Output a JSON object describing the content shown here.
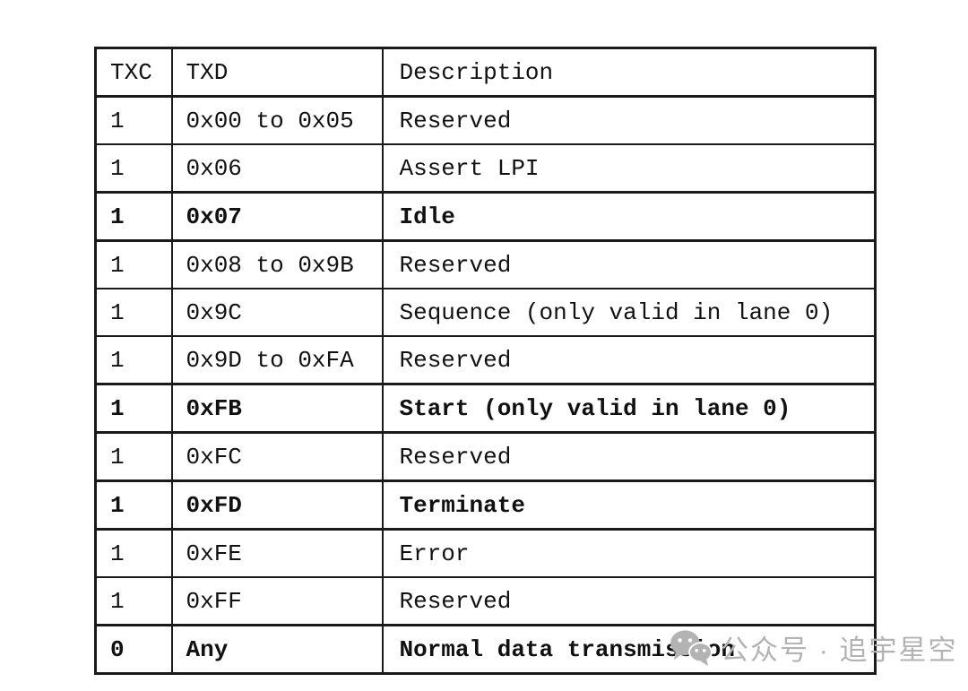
{
  "table": {
    "headers": [
      "TXC",
      "TXD",
      "Description"
    ],
    "rows": [
      {
        "txc": "1",
        "txd": "0x00 to 0x05",
        "description": "Reserved",
        "bold": false
      },
      {
        "txc": "1",
        "txd": "0x06",
        "description": "Assert LPI",
        "bold": false
      },
      {
        "txc": "1",
        "txd": "0x07",
        "description": "Idle",
        "bold": true
      },
      {
        "txc": "1",
        "txd": "0x08 to 0x9B",
        "description": "Reserved",
        "bold": false
      },
      {
        "txc": "1",
        "txd": "0x9C",
        "description": "Sequence (only valid in lane 0)",
        "bold": false
      },
      {
        "txc": "1",
        "txd": "0x9D to 0xFA",
        "description": "Reserved",
        "bold": false
      },
      {
        "txc": "1",
        "txd": "0xFB",
        "description": "Start (only valid in lane 0)",
        "bold": true
      },
      {
        "txc": "1",
        "txd": "0xFC",
        "description": "Reserved",
        "bold": false
      },
      {
        "txc": "1",
        "txd": "0xFD",
        "description": "Terminate",
        "bold": true
      },
      {
        "txc": "1",
        "txd": "0xFE",
        "description": "Error",
        "bold": false
      },
      {
        "txc": "1",
        "txd": "0xFF",
        "description": "Reserved",
        "bold": false
      },
      {
        "txc": "0",
        "txd": "Any",
        "description": "Normal data transmission",
        "bold": true
      }
    ]
  },
  "watermark": {
    "icon": "wechat-icon",
    "text": "公众号 · 追宇星空",
    "color": "#b3b3b3"
  },
  "colors": {
    "border": "#1a1a1a",
    "text": "#111111",
    "background": "#ffffff",
    "watermark": "#b3b3b3"
  }
}
